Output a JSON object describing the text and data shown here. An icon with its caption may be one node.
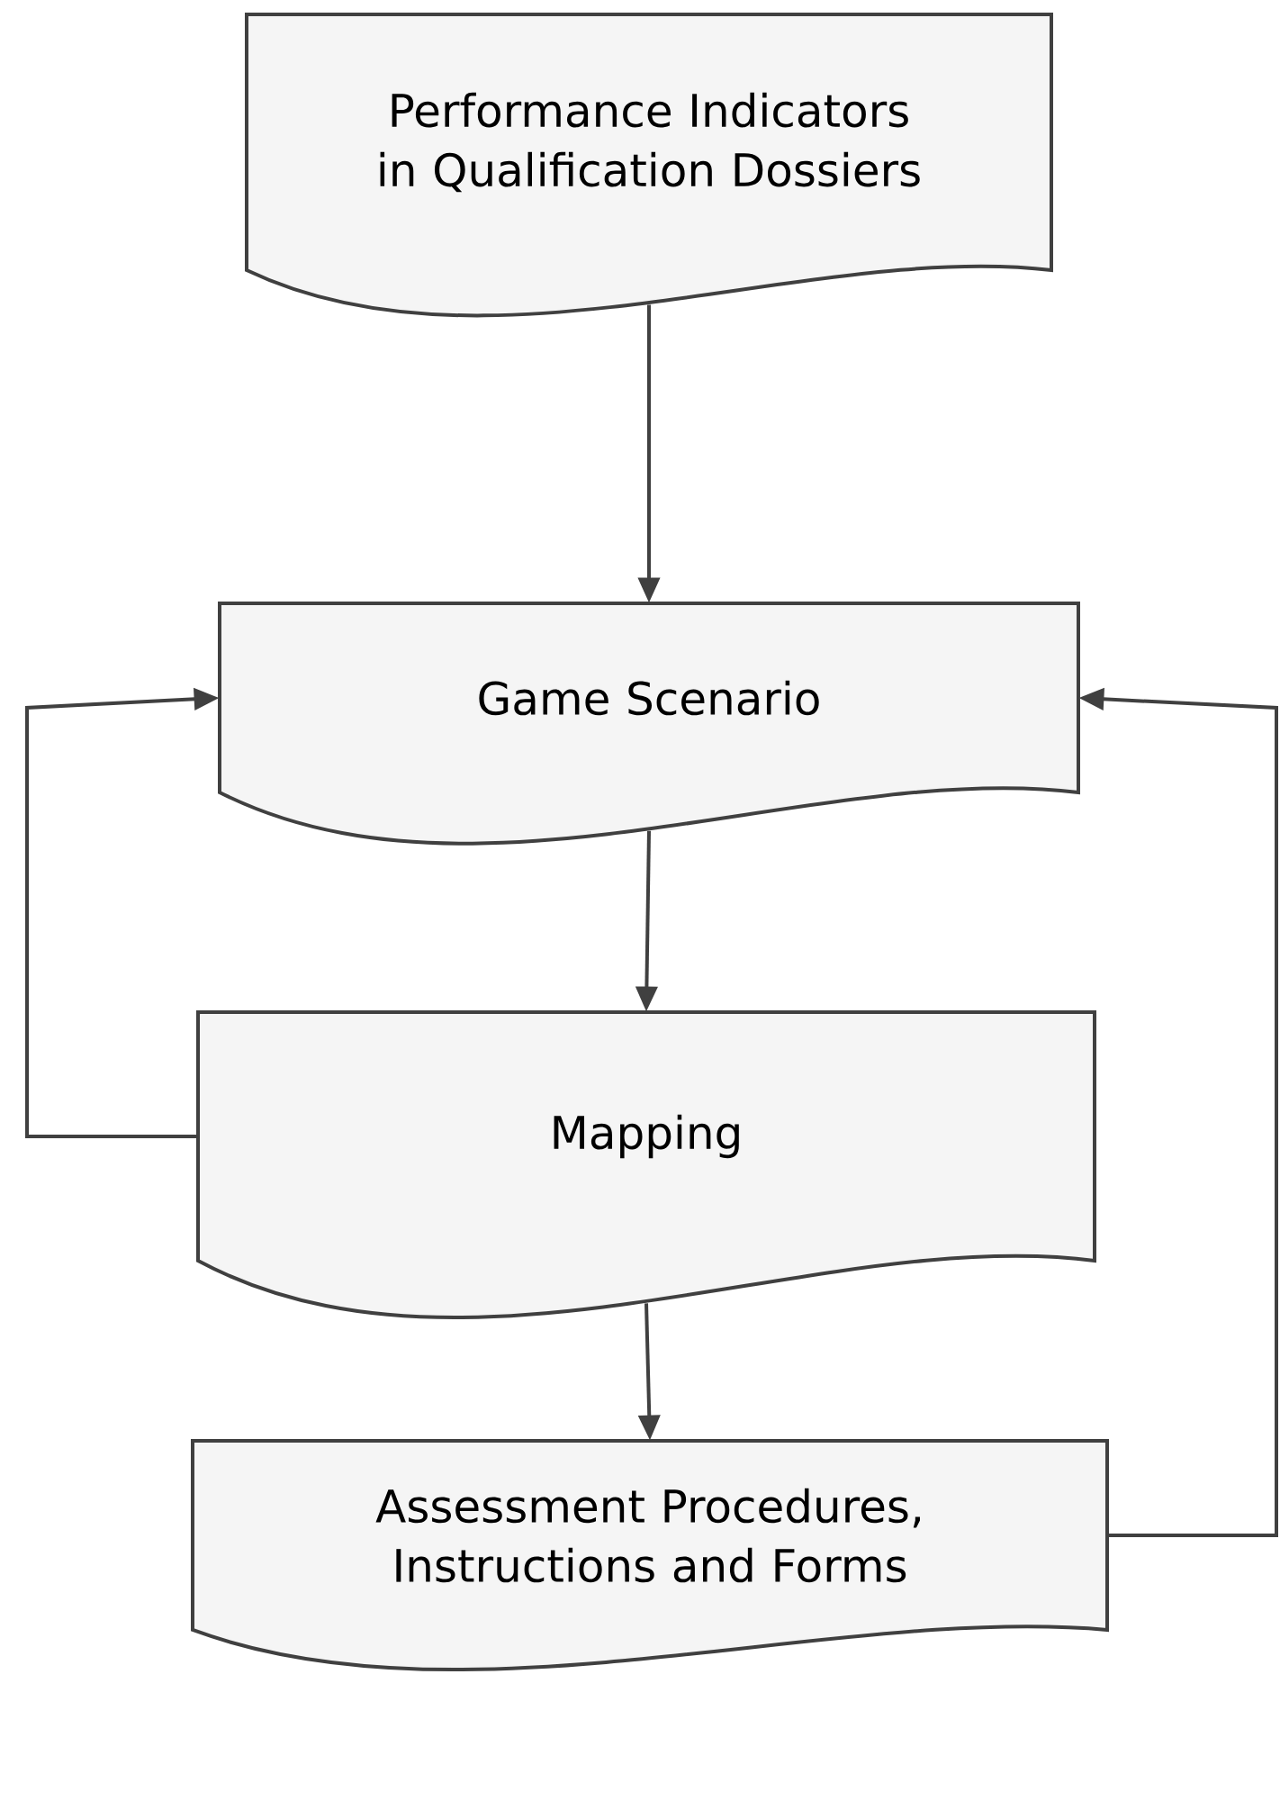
{
  "diagram": {
    "nodes": [
      {
        "text": [
          "Performance Indicators in Qualification Dossiers"
        ]
      },
      {
        "text": [
          "Game Scenario"
        ]
      },
      {
        "text": [
          "Mapping"
        ]
      },
      {
        "text": [
          "Assessment Procedures, Instructions and Forms"
        ]
      }
    ],
    "edges": [
      {
        "from": 0,
        "to": 1,
        "arrow": "to"
      },
      {
        "from": 1,
        "to": 2,
        "arrow": "to"
      },
      {
        "from": 2,
        "to": 3,
        "arrow": "to"
      },
      {
        "from": 2,
        "to": 1,
        "arrow": "to"
      },
      {
        "from": 3,
        "to": 1,
        "arrow": "to"
      }
    ]
  }
}
